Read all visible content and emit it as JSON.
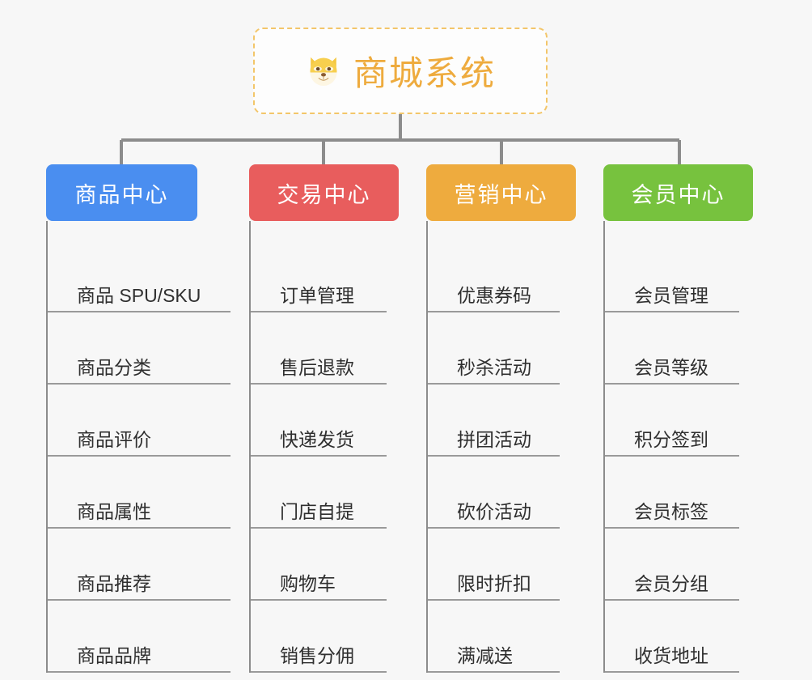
{
  "page": {
    "background": "#f7f7f7",
    "connector_color": "#8c8c8c"
  },
  "root": {
    "title": "商城系统",
    "icon": "dog-face-emoji",
    "border_color": "#f3c66a",
    "text_color": "#eeab3e"
  },
  "columns": [
    {
      "title": "商品中心",
      "color": "#4a8ef0",
      "items": [
        "商品 SPU/SKU",
        "商品分类",
        "商品评价",
        "商品属性",
        "商品推荐",
        "商品品牌"
      ]
    },
    {
      "title": "交易中心",
      "color": "#e85d5d",
      "items": [
        "订单管理",
        "售后退款",
        "快递发货",
        "门店自提",
        "购物车",
        "销售分佣"
      ]
    },
    {
      "title": "营销中心",
      "color": "#eeab3e",
      "items": [
        "优惠券码",
        "秒杀活动",
        "拼团活动",
        "砍价活动",
        "限时折扣",
        "满减送"
      ]
    },
    {
      "title": "会员中心",
      "color": "#77c23e",
      "items": [
        "会员管理",
        "会员等级",
        "积分签到",
        "会员标签",
        "会员分组",
        "收货地址"
      ]
    }
  ]
}
